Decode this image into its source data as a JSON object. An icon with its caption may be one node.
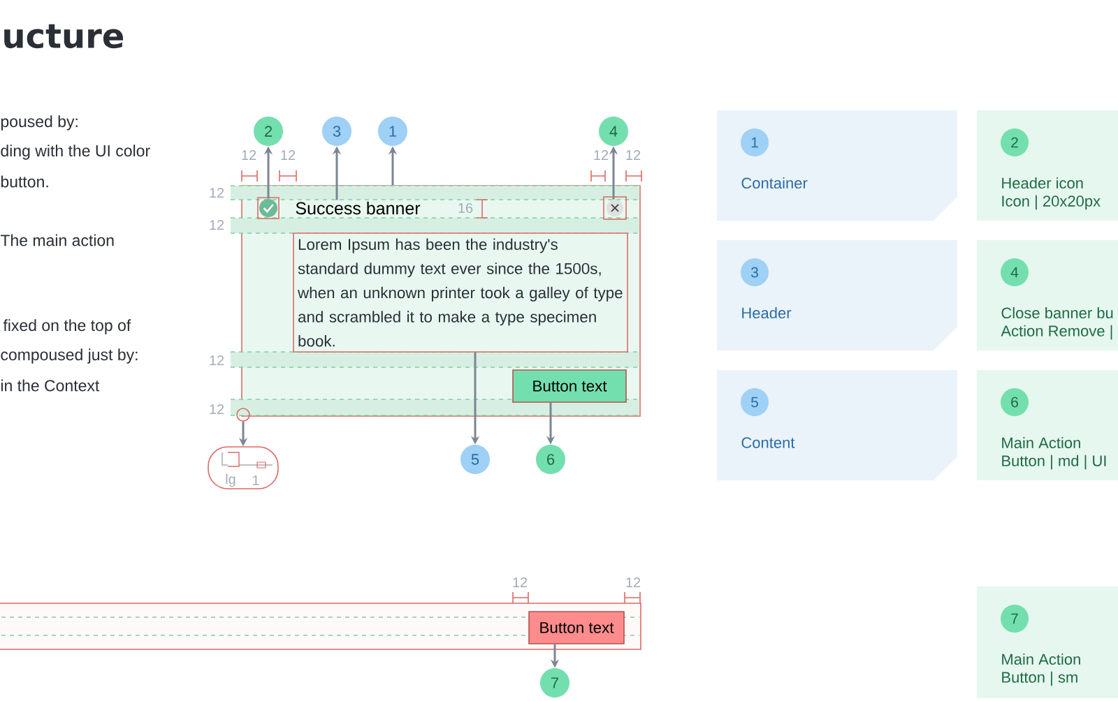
{
  "diagram": {
    "title": "ucture",
    "nodes": [
      {
        "text": [],
        "shape": "box"
      },
      {
        "text": [],
        "shape": "circle",
        "in": 0
      },
      {
        "text": [
          "Success banner"
        ],
        "in": 0
      },
      {
        "text": [],
        "shape": "circle",
        "in": 0
      },
      {
        "text": [
          "Lorem Ipsum has been the industry's standard dummy text ever since the 1500s, when an unknown printer took a galley of type and scrambled it to make a type specimen book."
        ],
        "in": 0
      },
      {
        "text": [
          "Button text"
        ],
        "in": 0
      },
      {
        "text": [
          "2"
        ]
      },
      {
        "text": [
          "3"
        ]
      },
      {
        "text": [
          "1"
        ]
      },
      {
        "text": [
          "4"
        ]
      },
      {
        "text": [
          "5"
        ]
      },
      {
        "text": [
          "6"
        ]
      },
      {
        "text": [],
        "shape": "circle"
      },
      {
        "text": [
          "lg",
          "1"
        ]
      },
      {
        "text": [],
        "shape": "box"
      },
      {
        "text": [
          "Button text"
        ],
        "in": 14
      },
      {
        "text": [
          "7"
        ]
      },
      {
        "text": [
          "1",
          "Container"
        ]
      },
      {
        "text": [
          "2",
          "Header icon",
          "Icon | 20x20px"
        ]
      },
      {
        "text": [
          "3",
          "Header"
        ]
      },
      {
        "text": [
          "4",
          "Close banner bu",
          "Action Remove |"
        ]
      },
      {
        "text": [
          "5",
          "Content"
        ]
      },
      {
        "text": [
          "6",
          "Main Action",
          "Button | md | UI"
        ]
      },
      {
        "text": [
          "7",
          "Main Action",
          "Button | sm"
        ]
      }
    ],
    "edges": [
      {
        "from": 1,
        "to": 6,
        "arrow": "to"
      },
      {
        "from": 2,
        "to": 7,
        "arrow": "to"
      },
      {
        "from": 0,
        "to": 8,
        "arrow": "to"
      },
      {
        "from": 3,
        "to": 9,
        "arrow": "to"
      },
      {
        "from": 4,
        "to": 10,
        "arrow": "to"
      },
      {
        "from": 5,
        "to": 11,
        "arrow": "to"
      },
      {
        "from": 12,
        "to": 13,
        "arrow": "to"
      },
      {
        "from": 15,
        "to": 16,
        "arrow": "to"
      }
    ],
    "labels": [
      "poused by:",
      "ding with the UI color",
      "button.",
      "The main action",
      "fixed on the top of",
      "compoused just by:",
      "in the Context",
      "12",
      "12",
      "12",
      "12",
      "12",
      "12",
      "16",
      "12",
      "12",
      "12",
      "12"
    ]
  }
}
